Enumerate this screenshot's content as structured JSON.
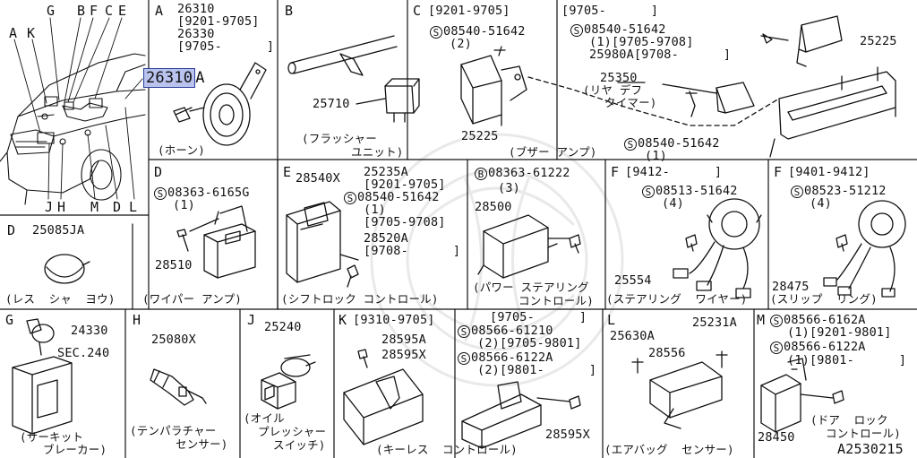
{
  "diagram_code": "A2530215",
  "vehicle_callouts": [
    "A",
    "K",
    "G",
    "B",
    "F",
    "C",
    "E",
    "J",
    "H",
    "M",
    "D",
    "L"
  ],
  "sections": {
    "A": {
      "letter": "A",
      "parts": [
        "26310",
        "[9201-9705]",
        "26330",
        "[9705-      ]"
      ],
      "selected_part": "26310",
      "caption": "(ホーン)"
    },
    "B": {
      "letter": "B",
      "part": "25710",
      "caption": [
        "(フラッシャー",
        "ユニット)"
      ]
    },
    "C": {
      "letter": "C",
      "period": "[9201-9705]",
      "bolt": "08540-51642",
      "qty": "(2)",
      "part": "25225"
    },
    "C2": {
      "period": "[9705-      ]",
      "bolt": "08540-51642",
      "bolt_detail": "(1)[9705-9708]",
      "alt_part": "25980A[9708-      ]",
      "part": "25225",
      "timer_part": "25350",
      "timer_caption": [
        "(リヤ デフ",
        "タイマー)"
      ],
      "bolt2": "08540-51642",
      "bolt2_qty": "(1)",
      "caption": "(ブザー アンプ)"
    },
    "D": {
      "letter": "D",
      "bolt": "08363-6165G",
      "qty": "(1)",
      "part": "28510",
      "caption": "(ワイパー アンプ)"
    },
    "E": {
      "letter": "E",
      "part1": "28540X",
      "part2": "25235A",
      "period1": "[9201-9705]",
      "bolt": "08540-51642",
      "bolt_qty": "(1)",
      "period2": "[9705-9708]",
      "part3": "28520A",
      "period3": "[9708-      ]",
      "caption": "(シフトロック コントロール)"
    },
    "PS": {
      "bolt": "08363-61222",
      "qty": "(3)",
      "part": "28500",
      "caption": [
        "(パワー ステアリング",
        "コントロール)"
      ]
    },
    "F1": {
      "letter": "F",
      "period": "[9412-      ]",
      "bolt": "08513-51642",
      "qty": "(4)",
      "part": "25554",
      "caption": "(ステアリング  ワイヤー)"
    },
    "F2": {
      "letter": "F",
      "period": "[9401-9412]",
      "bolt": "08523-51212",
      "qty": "(4)",
      "part": "28475",
      "caption": "(スリップ  リング)"
    },
    "D2": {
      "letter": "D",
      "part": "25085JA",
      "caption": "(レス  シャ  ヨウ)"
    },
    "G": {
      "letter": "G",
      "part": "24330",
      "ref": "SEC.240",
      "caption": [
        "(サーキット",
        "ブレーカー)"
      ]
    },
    "H": {
      "letter": "H",
      "part": "25080X",
      "caption": [
        "(テンパラチャー",
        "センサー)"
      ]
    },
    "J": {
      "letter": "J",
      "part": "25240",
      "caption": [
        "(オイル",
        "プレッシャー",
        "スイッチ)"
      ]
    },
    "K": {
      "letter": "K",
      "period": "[9310-9705]",
      "part1": "28595A",
      "part2": "28595X",
      "period_b": "[9705-      ]",
      "bolt1": "08566-61210",
      "bolt1_detail": "(2)[9705-9801]",
      "bolt2": "08566-6122A",
      "bolt2_detail": "(2)[9801-      ]",
      "part3": "28595X",
      "caption": "(キーレス  コントロール)"
    },
    "L": {
      "letter": "L",
      "part1": "25630A",
      "part2": "25231A",
      "part3": "28556",
      "caption": "(エアバッグ  センサー)"
    },
    "M": {
      "letter": "M",
      "bolt1": "08566-6162A",
      "bolt1_detail": "(1)[9201-9801]",
      "bolt2": "08566-6122A",
      "bolt2_detail": "(1)[9801-      ]",
      "part": "28450",
      "caption": [
        "(ドア  ロック",
        "コントロール)"
      ]
    }
  }
}
